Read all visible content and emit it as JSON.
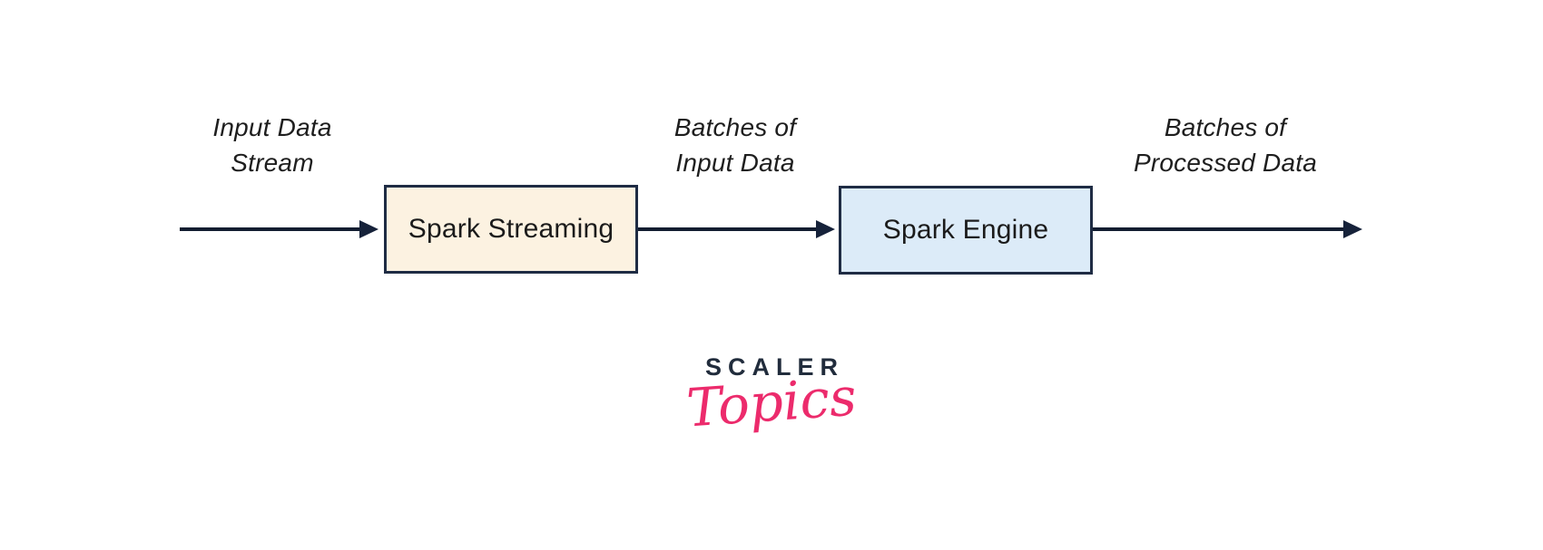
{
  "diagram": {
    "title_semantic": "Spark Streaming data flow",
    "labels": [
      {
        "id": "input-data-stream",
        "text": "Input Data\nStream"
      },
      {
        "id": "batches-of-input-data",
        "text": "Batches of\nInput Data"
      },
      {
        "id": "batches-of-processed-data",
        "text": "Batches of\nProcessed Data"
      }
    ],
    "nodes": [
      {
        "id": "spark-streaming",
        "label": "Spark Streaming",
        "fill": "#fcf2e1",
        "border": "#1f2c44"
      },
      {
        "id": "spark-engine",
        "label": "Spark Engine",
        "fill": "#dcebf8",
        "border": "#1f2c44"
      }
    ],
    "arrows": [
      {
        "from": "source",
        "to": "spark-streaming",
        "color": "#16223a"
      },
      {
        "from": "spark-streaming",
        "to": "spark-engine",
        "color": "#16223a"
      },
      {
        "from": "spark-engine",
        "to": "sink",
        "color": "#16223a"
      }
    ],
    "colors": {
      "background": "#ffffff",
      "label_text": "#1e1e1e",
      "node_text": "#1b1b1b"
    }
  },
  "logo": {
    "brand": "SCALER",
    "sub": "Topics",
    "brand_color": "#212c3c",
    "sub_color": "#ec2b6c"
  }
}
